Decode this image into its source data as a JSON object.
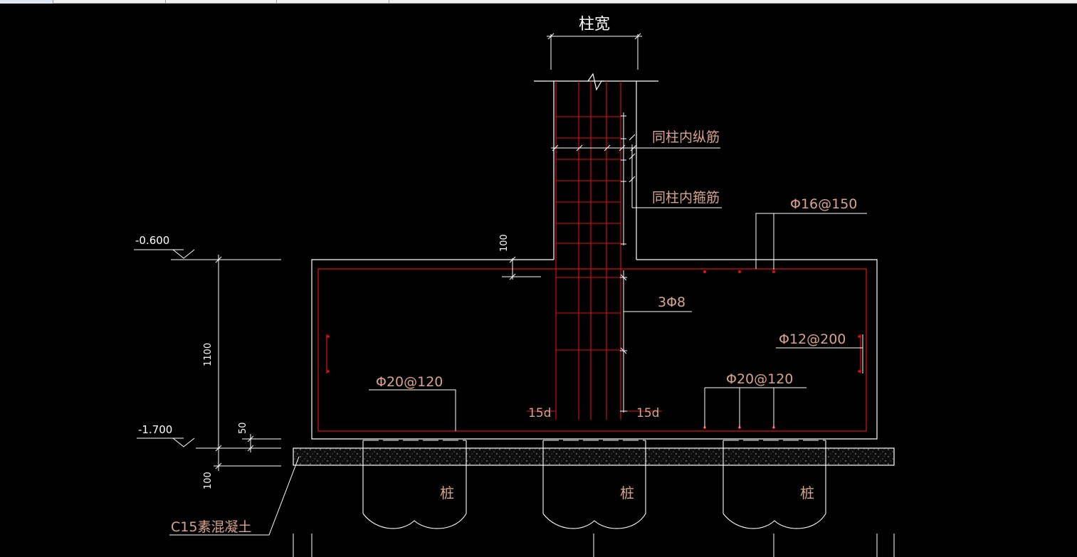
{
  "colors": {
    "background": "#000000",
    "outline": "#ffffff",
    "rebar": "#e01010",
    "annotation": "#d8a48c",
    "dimension": "#c07060",
    "concrete_fill": "#1c1c1c"
  },
  "labels": {
    "column_width": "柱宽",
    "column_longitudinal": "同柱内纵筋",
    "column_stirrup": "同柱内箍筋",
    "top_rebar": "Φ16@150",
    "side_rebar": "Φ12@200",
    "stirrups_3": "3Φ8",
    "bottom_rebar_left": "Φ20@120",
    "bottom_rebar_right": "Φ20@120",
    "anchor_left": "15d",
    "anchor_right": "15d",
    "pile_1": "桩",
    "pile_2": "桩",
    "pile_3": "桩",
    "blinding": "C15素混凝土"
  },
  "levels": {
    "top": "-0.600",
    "bottom": "-1.700"
  },
  "dimensions": {
    "footing_height": "1100",
    "cover_100": "100",
    "cover_50": "50",
    "blinding_thickness": "100"
  }
}
